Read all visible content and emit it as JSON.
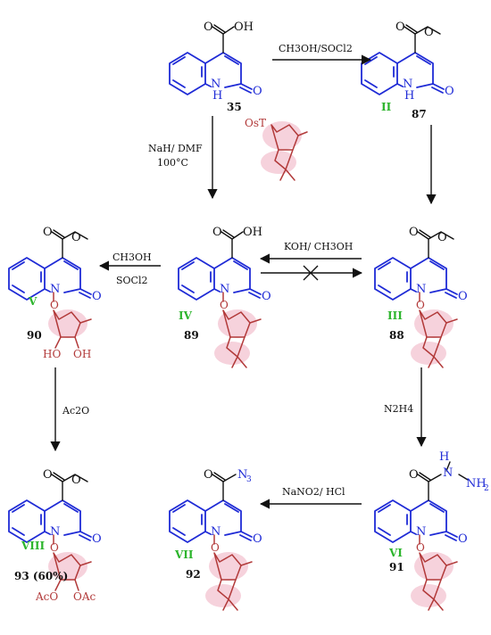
{
  "compounds": {
    "c35": {
      "num": "35",
      "roman": ""
    },
    "c87": {
      "num": "87",
      "roman": "II"
    },
    "c89": {
      "num": "89",
      "roman": "IV"
    },
    "c88": {
      "num": "88",
      "roman": "III"
    },
    "c90": {
      "num": "90",
      "roman": "V"
    },
    "c93": {
      "num": "93 (60%)",
      "roman": "VIII"
    },
    "c92": {
      "num": "92",
      "roman": "VII"
    },
    "c91": {
      "num": "91",
      "roman": "VI"
    }
  },
  "atoms": {
    "O": "O",
    "OH": "OH",
    "NH": "N",
    "H": "H",
    "N": "N",
    "HO": "HO",
    "AcO": "AcO",
    "OAc": "OAc",
    "N3": "N",
    "N3sub": "3",
    "NH2": "NH",
    "NH2sub": "2",
    "HN": "H",
    "OsT": "OsT"
  },
  "conditions": {
    "esterification": "CH3OH/SOCl2",
    "alkylation_1": "NaH/ DMF",
    "alkylation_2": "100°C",
    "hydrolysis": "KOH/ CH3OH",
    "ester_V_1": "CH3OH",
    "ester_V_2": "SOCl2",
    "acetylation": "Ac2O",
    "hydrazinolysis": "N2H4",
    "azide": "NaNO2/ HCl"
  }
}
